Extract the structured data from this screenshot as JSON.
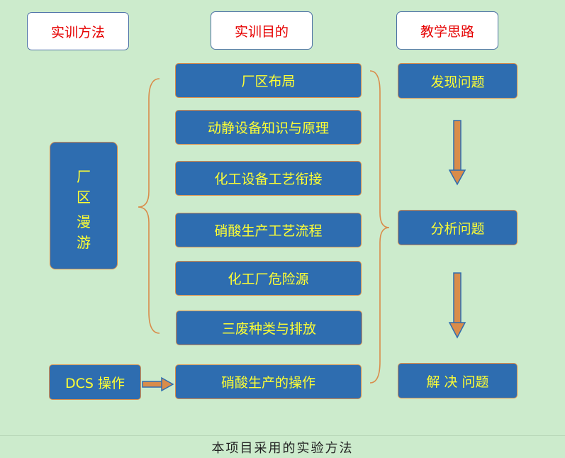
{
  "headers": {
    "method": "实训方法",
    "purpose": "实训目的",
    "teaching": "教学思路"
  },
  "left": {
    "tour_line1": "厂 区",
    "tour_line2": "漫 游",
    "dcs": "DCS 操作"
  },
  "middle": [
    "厂区布局",
    "动静设备知识与原理",
    "化工设备工艺衔接",
    "硝酸生产工艺流程",
    "化工厂危险源",
    "三废种类与排放",
    "硝酸生产的操作"
  ],
  "right": [
    "发现问题",
    "分析问题",
    "解 决 问题"
  ],
  "colors": {
    "background": "#ccebcc",
    "box_fill": "#2e6db0",
    "box_text": "#ffff33",
    "header_text": "#e60000",
    "accent_orange": "#d98c4a"
  },
  "caption": "本项目采用的实验方法"
}
